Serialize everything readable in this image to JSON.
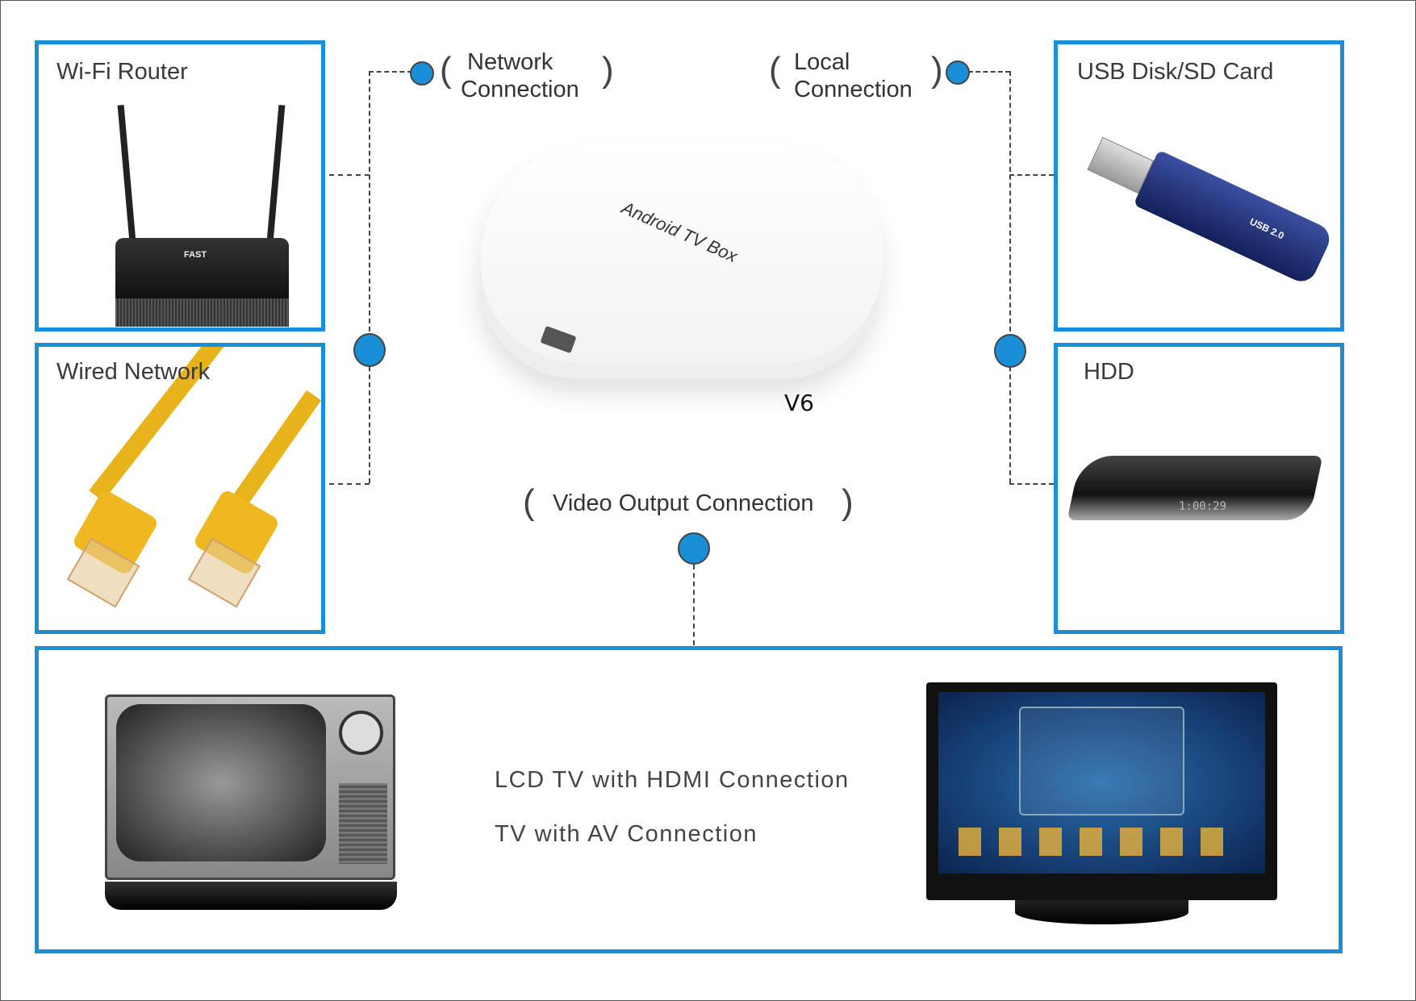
{
  "devices": {
    "wifi_router": {
      "label": "Wi-Fi Router",
      "brand": "FAST"
    },
    "wired_network": {
      "label": "Wired Network"
    },
    "usb_disk": {
      "label": "USB Disk/SD Card",
      "badge": "USB 2.0"
    },
    "hdd": {
      "label": "HDD",
      "display": "1:00:29"
    }
  },
  "connections": {
    "network": {
      "line1": "Network",
      "line2": "Connection"
    },
    "local": {
      "line1": "Local",
      "line2": "Connection"
    },
    "video": "Video Output Connection"
  },
  "center_device": {
    "print": "Android TV Box",
    "model": "V6"
  },
  "outputs": {
    "lcd": "LCD TV with HDMI Connection",
    "av": "TV with AV Connection"
  },
  "colors": {
    "accent": "#1a8fd8",
    "line": "#444444"
  }
}
